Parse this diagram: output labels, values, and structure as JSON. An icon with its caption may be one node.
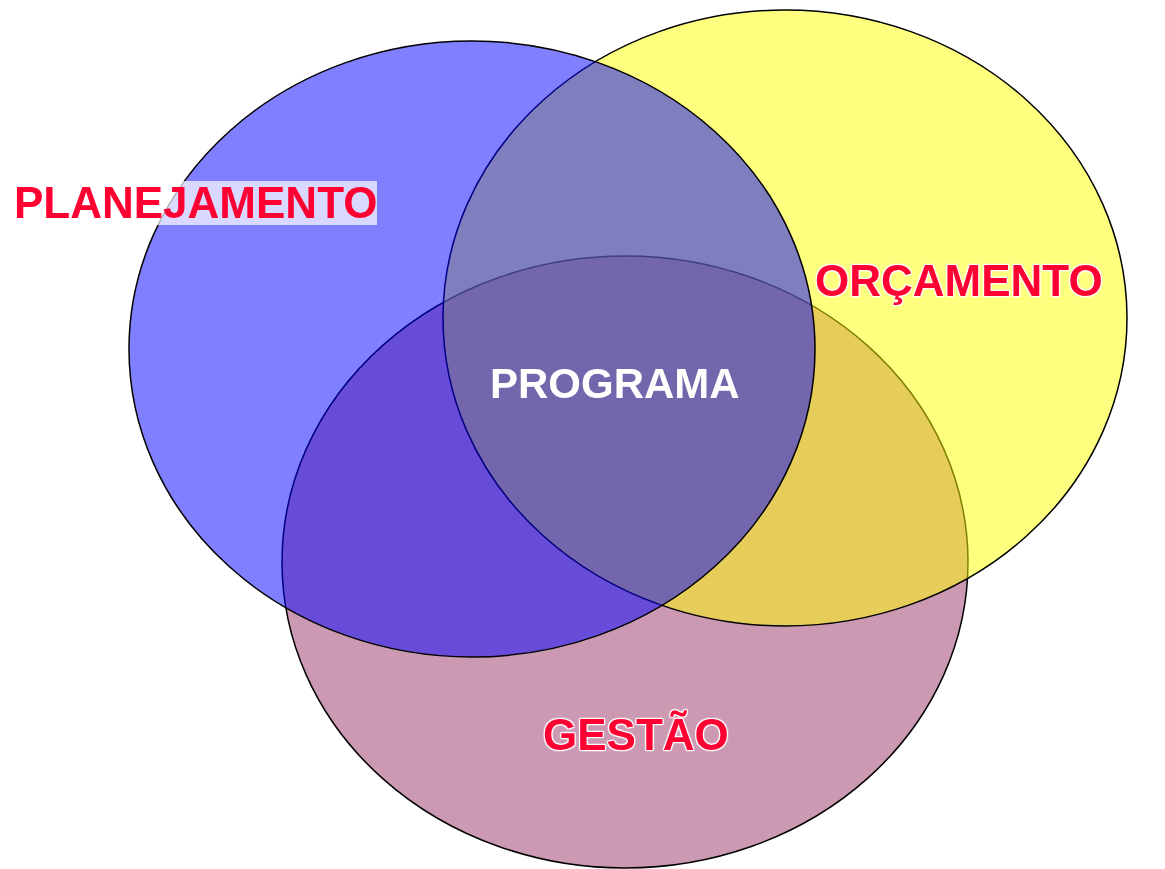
{
  "diagram": {
    "nodes": [
      {
        "text": [
          "PLANEJAMENTO"
        ]
      },
      {
        "text": [
          "ORÇAMENTO"
        ]
      },
      {
        "text": [
          "GESTÃO"
        ]
      }
    ],
    "labels": [
      "PROGRAMA"
    ]
  }
}
